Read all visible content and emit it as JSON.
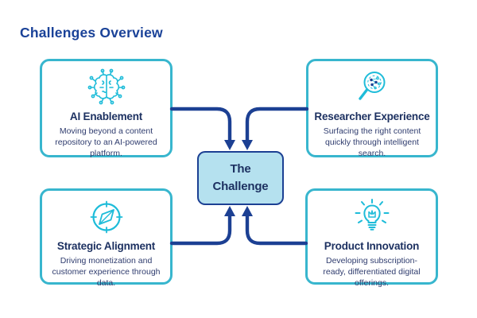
{
  "title": "Challenges Overview",
  "center_box": {
    "label": "The\nChallenge"
  },
  "cards": [
    {
      "id": "ai-enablement",
      "title": "AI Enablement",
      "description": "Moving beyond a content repository to an AI-powered platform.",
      "icon": "ai-brain-icon"
    },
    {
      "id": "researcher-experience",
      "title": "Researcher Experience",
      "description": "Surfacing the right content quickly through intelligent search.",
      "icon": "magnifier-network-icon"
    },
    {
      "id": "strategic-alignment",
      "title": "Strategic Alignment",
      "description": "Driving monetization and customer experience through data.",
      "icon": "compass-icon"
    },
    {
      "id": "product-innovation",
      "title": "Product Innovation",
      "description": "Developing subscription-ready, differentiated digital offerings.",
      "icon": "lightbulb-icon"
    }
  ],
  "colors": {
    "accent_teal": "#38B6CE",
    "icon_cyan": "#1EBCD9",
    "connector_navy": "#1C4093",
    "center_fill": "#B5E1EF",
    "heading_navy": "#1D3161",
    "body_navy": "#2F3C6E",
    "title_blue": "#1A4298"
  }
}
